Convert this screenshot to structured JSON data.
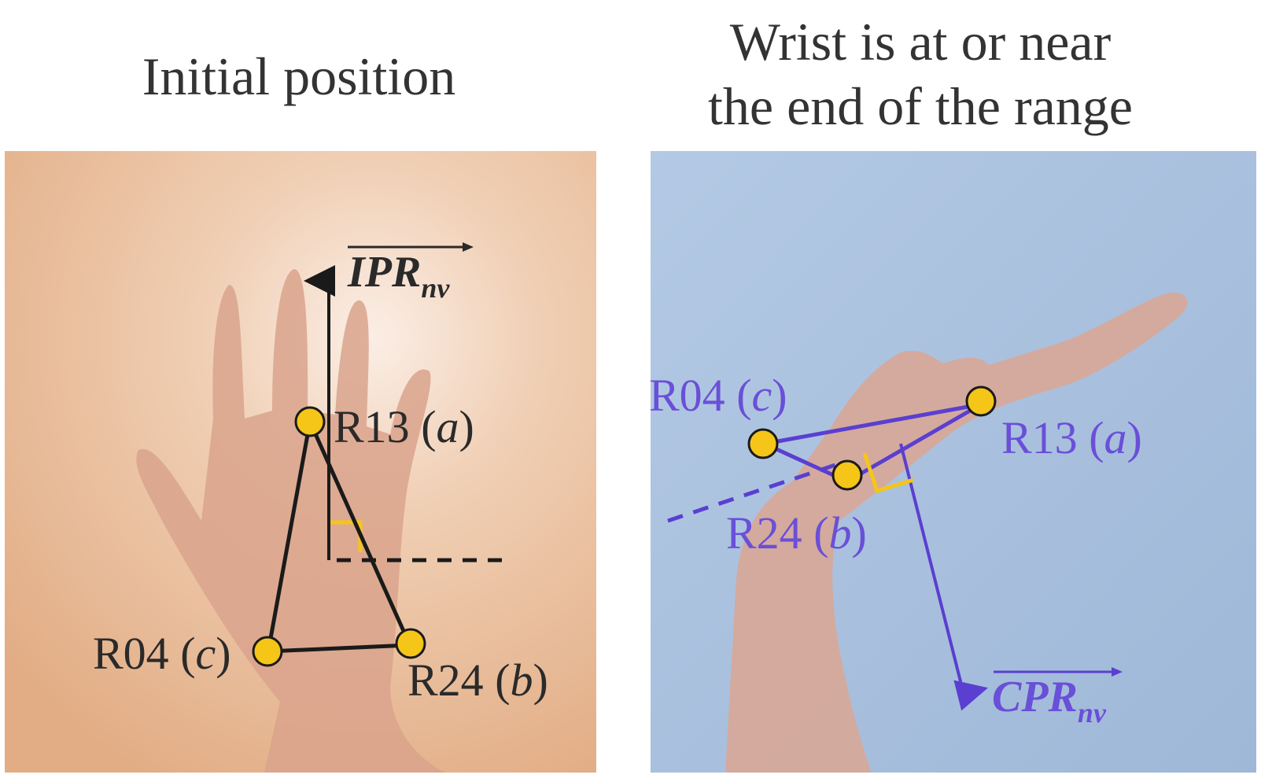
{
  "panels": [
    {
      "title": "Initial position",
      "markers": [
        {
          "id": "R13",
          "letter": "a"
        },
        {
          "id": "R24",
          "letter": "b"
        },
        {
          "id": "R04",
          "letter": "c"
        }
      ],
      "vector": {
        "main": "IPR",
        "sub": "nv"
      },
      "colors": {
        "background": "#e8b995",
        "lines": "#1a1a1a",
        "labels": "#2a2a2a",
        "marker_fill": "#f5c518",
        "right_angle": "#f5c518"
      }
    },
    {
      "title": "Wrist is at or near\nthe end of the range",
      "markers": [
        {
          "id": "R04",
          "letter": "c"
        },
        {
          "id": "R13",
          "letter": "a"
        },
        {
          "id": "R24",
          "letter": "b"
        }
      ],
      "vector": {
        "main": "CPR",
        "sub": "nv"
      },
      "colors": {
        "background": "#a9c0dd",
        "lines": "#5a3fd0",
        "labels": "#6a4fd8",
        "marker_fill": "#f5c518",
        "right_angle": "#f5c518"
      }
    }
  ]
}
